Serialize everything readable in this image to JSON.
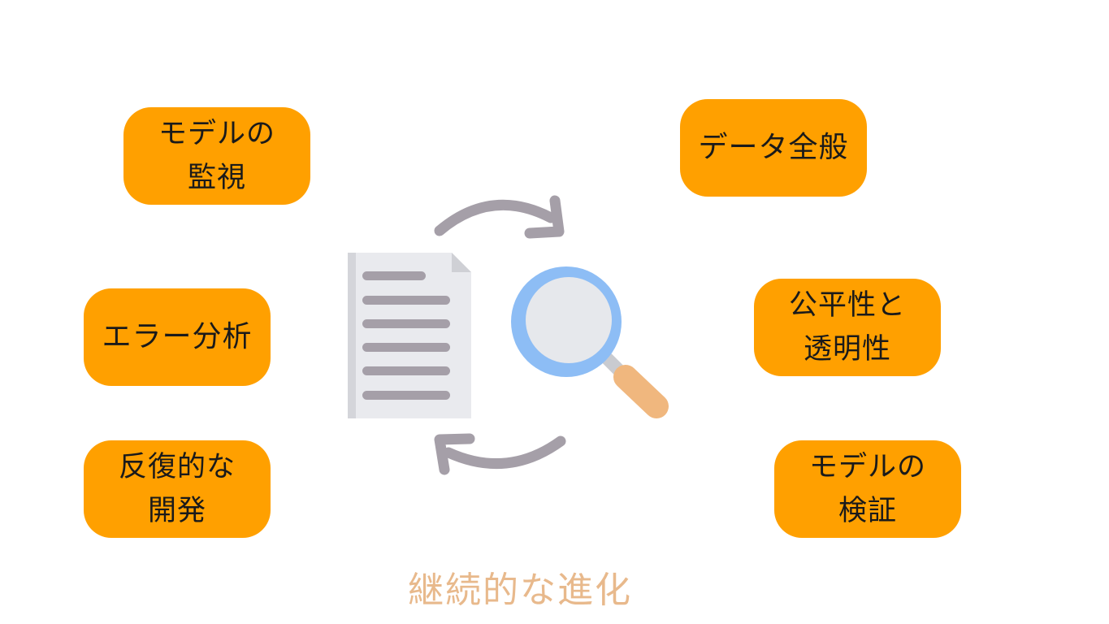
{
  "colors": {
    "pill_fill": "#FFA000",
    "arrow": "#A59FA8",
    "caption": "#E8B98C",
    "doc_paper": "#E9EAEE",
    "doc_lines": "#A59FA8",
    "lens_ring": "#8DBDF5",
    "lens_glass": "#E6E8EC",
    "handle": "#F0B77E"
  },
  "icons": [
    "document-icon",
    "magnifier-icon",
    "cycle-arrow-top-icon",
    "cycle-arrow-bottom-icon"
  ],
  "pills": [
    {
      "lines": [
        "モデルの",
        "監視"
      ]
    },
    {
      "lines": [
        "エラー分析"
      ]
    },
    {
      "lines": [
        "反復的な",
        "開発"
      ]
    },
    {
      "lines": [
        "データ全般"
      ]
    },
    {
      "lines": [
        "公平性と",
        "透明性"
      ]
    },
    {
      "lines": [
        "モデルの",
        "検証"
      ]
    }
  ],
  "caption": "継続的な進化"
}
